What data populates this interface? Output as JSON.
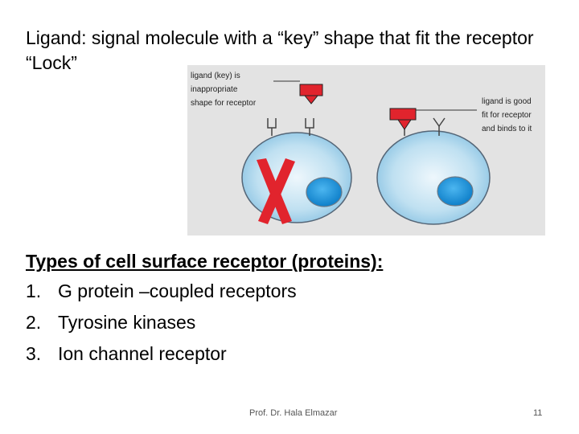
{
  "slide": {
    "title": "Ligand: signal molecule with a “key” shape that fit the receptor “Lock”",
    "subheading": "Types of  cell surface receptor (proteins):",
    "types": [
      {
        "num": "1.",
        "label": "G protein –coupled receptors"
      },
      {
        "num": "2.",
        "label": "Tyrosine kinases"
      },
      {
        "num": "3.",
        "label": "Ion channel receptor"
      }
    ],
    "footer_author": "Prof. Dr. Hala Elmazar",
    "page_number": "11"
  },
  "figure": {
    "caption_bad_line1": "ligand (key) is",
    "caption_bad_line2": "inappropriate",
    "caption_bad_line3": "shape for receptor",
    "caption_good_line1": "ligand  is good",
    "caption_good_line2": "fit for receptor",
    "caption_good_line3": "and  binds to it",
    "colors": {
      "background": "#e3e3e3",
      "cell_fill": "#a9d3ea",
      "cell_stroke": "#556677",
      "nucleus": "#1f9ae0",
      "ligand": "#e1242d",
      "x_mark": "#e1242d"
    }
  }
}
